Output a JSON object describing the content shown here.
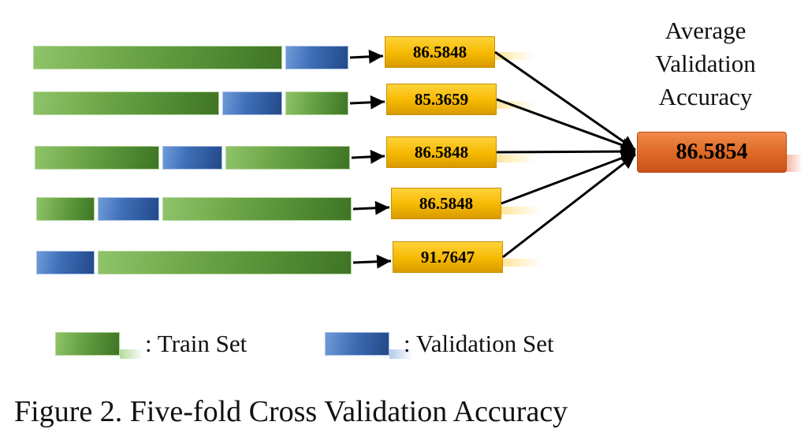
{
  "title_lines": [
    "Average",
    "Validation",
    "Accuracy"
  ],
  "folds": [
    {
      "accuracy": "86.5848",
      "segments": [
        "train",
        "val"
      ]
    },
    {
      "accuracy": "85.3659",
      "segments": [
        "train",
        "val",
        "train"
      ]
    },
    {
      "accuracy": "86.5848",
      "segments": [
        "train",
        "val",
        "train"
      ]
    },
    {
      "accuracy": "86.5848",
      "segments": [
        "train",
        "val",
        "train"
      ]
    },
    {
      "accuracy": "91.7647",
      "segments": [
        "val",
        "train"
      ]
    }
  ],
  "average_accuracy": "86.5854",
  "legend": {
    "train": ": Train Set",
    "validation": ": Validation Set"
  },
  "caption": "Figure 2. Five-fold Cross Validation Accuracy",
  "colors": {
    "train": "#5e9a3e",
    "validation": "#3a68b0",
    "fold_box": "#f5b800",
    "average_box": "#e06a26"
  }
}
